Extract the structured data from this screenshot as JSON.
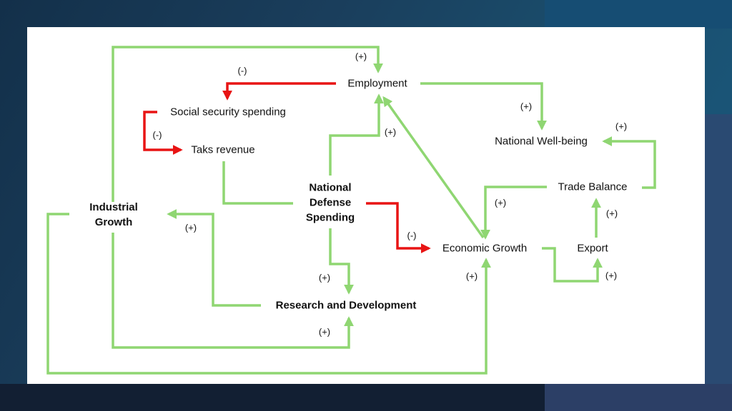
{
  "colors": {
    "positive": "#8fd672",
    "negative": "#e81414",
    "slide": "#ffffff",
    "text": "#111111"
  },
  "nodes": {
    "employment": "Employment",
    "social_security": "Social security spending",
    "tax_revenue": "Taks revenue",
    "defense_line1": "National",
    "defense_line2": "Defense",
    "defense_line3": "Spending",
    "industrial_line1": "Industrial",
    "industrial_line2": "Growth",
    "research": "Research and Development",
    "economic_growth": "Economic Growth",
    "export": "Export",
    "trade_balance": "Trade Balance",
    "wellbeing": "National Well-being"
  },
  "signs": {
    "industrial_to_employment": "(+)",
    "employment_to_social": "(-)",
    "social_to_tax": "(-)",
    "employment_to_wellbeing": "(+)",
    "defense_to_employment": "(+)",
    "trade_to_wellbeing": "(+)",
    "economic_to_trade": "(+)",
    "export_to_trade": "(+)",
    "research_to_industrial": "(+)",
    "defense_to_economic": "(-)",
    "defense_to_research": "(+)",
    "industrial_to_economic": "(+)",
    "economic_to_export": "(+)",
    "industrial_to_research": "(+)"
  }
}
